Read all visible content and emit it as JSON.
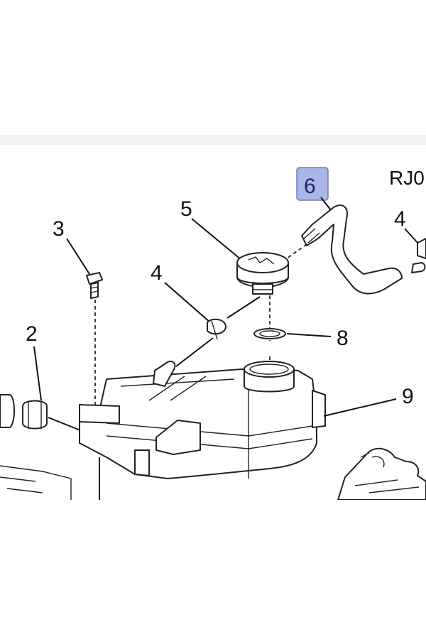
{
  "diagram": {
    "code_label": "RJ0",
    "callouts": {
      "c3": "3",
      "c5": "5",
      "c6": "6",
      "c4a": "4",
      "c4b": "4",
      "c2": "2",
      "c8": "8",
      "c9": "9"
    },
    "highlight_color": "#a9b6e6"
  }
}
